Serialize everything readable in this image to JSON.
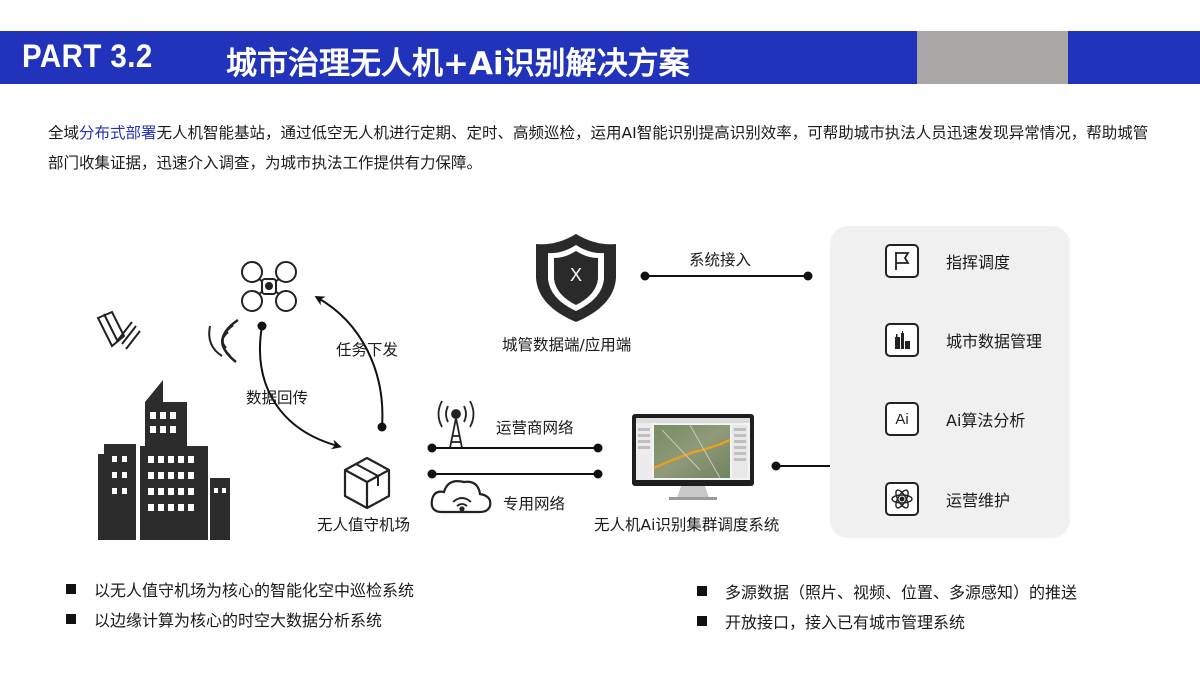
{
  "header": {
    "part_label": "PART 3.2",
    "title": "城市治理无人机+Ai识别解决方案"
  },
  "intro": {
    "prefix": "全域",
    "highlight": "分布式部署",
    "rest": "无人机智能基站，通过低空无人机进行定期、定时、高频巡检，运用AI智能识别提高识别效率，可帮助城市执法人员迅速发现异常情况，帮助城管部门收集证据，迅速介入调查，为城市执法工作提供有力保障。"
  },
  "diagram": {
    "task_label": "任务下发",
    "return_label": "数据回传",
    "hangar_label": "无人值守机场",
    "carrier_label": "运营商网络",
    "private_label": "专用网络",
    "shield_letter": "X",
    "shield_label": "城管数据端/应用端",
    "system_access_label": "系统接入",
    "dispatch_label": "无人机Ai识别集群调度系统"
  },
  "panel": {
    "items": [
      {
        "label": "指挥调度",
        "icon": "flag-icon"
      },
      {
        "label": "城市数据管理",
        "icon": "city-data-icon"
      },
      {
        "label": "Ai算法分析",
        "icon": "ai-icon",
        "icon_text": "Ai"
      },
      {
        "label": "运营维护",
        "icon": "atom-icon"
      }
    ]
  },
  "bullets_left": [
    "以无人值守机场为核心的智能化空中巡检系统",
    "以边缘计算为核心的时空大数据分析系统"
  ],
  "bullets_right": [
    "多源数据（照片、视频、位置、多源感知）的推送",
    "开放接口，接入已有城市管理系统"
  ],
  "colors": {
    "brand_blue": "#2233bb",
    "header_gray": "#aaa7a7",
    "panel_bg": "#f0f0f0"
  }
}
